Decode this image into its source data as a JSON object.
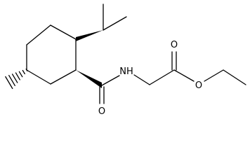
{
  "molecule": {
    "atoms": {
      "nh": "NH",
      "o_carbonyl_amide": "O",
      "o_carbonyl_ester": "O",
      "o_ester": "O"
    }
  }
}
